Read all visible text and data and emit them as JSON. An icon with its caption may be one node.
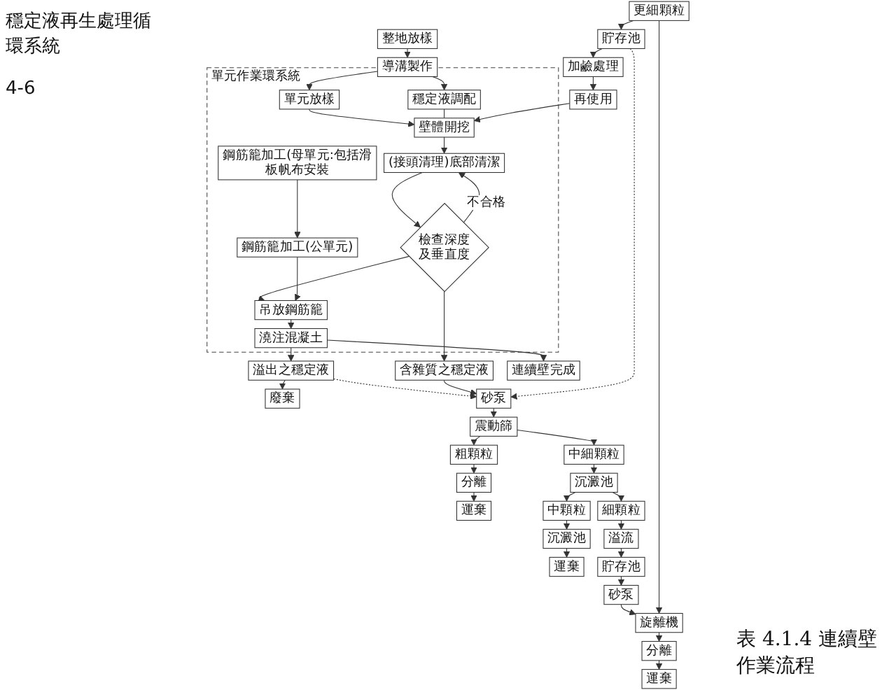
{
  "diagram": {
    "caption": "表 4.1.4 連續壁作業流程",
    "nodes": [
      {
        "text": [
          "整地放樣"
        ]
      },
      {
        "text": [
          "導溝製作"
        ]
      },
      {
        "text": [
          "單元作業環系統"
        ]
      },
      {
        "text": [
          "單元放樣"
        ],
        "in": 2
      },
      {
        "text": [
          "穩定液調配"
        ],
        "in": 2
      },
      {
        "text": [
          "壁體開挖"
        ],
        "in": 2
      },
      {
        "text": [
          "鋼筋籠加工(母單元:包括滑板帆布安裝"
        ],
        "in": 2
      },
      {
        "text": [
          "(接頭清理)底部清潔"
        ],
        "in": 2
      },
      {
        "text": [
          "鋼筋籠加工(公單元)"
        ],
        "in": 2
      },
      {
        "text": [
          "檢查深度及垂直度"
        ],
        "in": 2
      },
      {
        "text": [
          "吊放鋼筋籠"
        ],
        "in": 2
      },
      {
        "text": [
          "澆注混凝土"
        ],
        "in": 2
      },
      {
        "text": [
          "溢出之穩定液"
        ]
      },
      {
        "text": [
          "含雜質之穩定液"
        ]
      },
      {
        "text": [
          "廢棄"
        ]
      },
      {
        "text": [
          "砂泵"
        ]
      },
      {
        "text": [
          "連續壁完成"
        ]
      },
      {
        "text": [
          "震動篩"
        ]
      },
      {
        "text": [
          "粗顆粒"
        ]
      },
      {
        "text": [
          "中細顆粒"
        ]
      },
      {
        "text": [
          "分離"
        ]
      },
      {
        "text": [
          "運棄"
        ]
      },
      {
        "text": [
          "沉澱池"
        ]
      },
      {
        "text": [
          "中顆粒"
        ]
      },
      {
        "text": [
          "沉澱池"
        ]
      },
      {
        "text": [
          "運棄"
        ]
      },
      {
        "text": [
          "細顆粒"
        ]
      },
      {
        "text": [
          "溢流"
        ]
      },
      {
        "text": [
          "貯存池"
        ]
      },
      {
        "text": [
          "砂泵"
        ]
      },
      {
        "text": [
          "旋離機"
        ]
      },
      {
        "text": [
          "分離"
        ]
      },
      {
        "text": [
          "運棄"
        ]
      },
      {
        "text": [
          "更細顆粒"
        ]
      },
      {
        "text": [
          "貯存池"
        ]
      },
      {
        "text": [
          "加鹼處理"
        ]
      },
      {
        "text": [
          "再使用"
        ]
      }
    ],
    "edges": [
      {
        "from": 0,
        "to": 1,
        "arrow": "to"
      },
      {
        "from": 1,
        "to": 3,
        "arrow": "to"
      },
      {
        "from": 1,
        "to": 4,
        "arrow": "to"
      },
      {
        "from": 3,
        "to": 5,
        "arrow": "to"
      },
      {
        "from": 4,
        "to": 5,
        "arrow": "none"
      },
      {
        "from": 5,
        "to": 7,
        "arrow": "to"
      },
      {
        "from": 7,
        "to": 9,
        "arrow": "to"
      },
      {
        "from": 9,
        "to": 7,
        "arrow": "to",
        "label": "不合格"
      },
      {
        "from": 9,
        "to": 10,
        "arrow": "to"
      },
      {
        "from": 6,
        "to": 8,
        "arrow": "to"
      },
      {
        "from": 8,
        "to": 10,
        "arrow": "to"
      },
      {
        "from": 10,
        "to": 11,
        "arrow": "to"
      },
      {
        "from": 9,
        "to": 13,
        "arrow": "to"
      },
      {
        "from": 11,
        "to": 12,
        "arrow": "to"
      },
      {
        "from": 11,
        "to": 16,
        "arrow": "to"
      },
      {
        "from": 12,
        "to": 14,
        "arrow": "to"
      },
      {
        "from": 12,
        "to": 15,
        "arrow": "to",
        "style": "dashed"
      },
      {
        "from": 13,
        "to": 15,
        "arrow": "to"
      },
      {
        "from": 15,
        "to": 17,
        "arrow": "to"
      },
      {
        "from": 17,
        "to": 18,
        "arrow": "to"
      },
      {
        "from": 17,
        "to": 19,
        "arrow": "to"
      },
      {
        "from": 18,
        "to": 20,
        "arrow": "to"
      },
      {
        "from": 20,
        "to": 21,
        "arrow": "to"
      },
      {
        "from": 19,
        "to": 22,
        "arrow": "to"
      },
      {
        "from": 22,
        "to": 23,
        "arrow": "to"
      },
      {
        "from": 23,
        "to": 24,
        "arrow": "to"
      },
      {
        "from": 24,
        "to": 25,
        "arrow": "to"
      },
      {
        "from": 22,
        "to": 26,
        "arrow": "to"
      },
      {
        "from": 26,
        "to": 27,
        "arrow": "to"
      },
      {
        "from": 27,
        "to": 28,
        "arrow": "to"
      },
      {
        "from": 28,
        "to": 29,
        "arrow": "to"
      },
      {
        "from": 29,
        "to": 30,
        "arrow": "to"
      },
      {
        "from": 30,
        "to": 31,
        "arrow": "to"
      },
      {
        "from": 31,
        "to": 32,
        "arrow": "to"
      },
      {
        "from": 33,
        "to": 30,
        "arrow": "to"
      },
      {
        "from": 33,
        "to": 34,
        "arrow": "to"
      },
      {
        "from": 34,
        "to": 35,
        "arrow": "to"
      },
      {
        "from": 35,
        "to": 36,
        "arrow": "to"
      },
      {
        "from": 36,
        "to": 5,
        "arrow": "to"
      },
      {
        "from": 34,
        "to": 15,
        "arrow": "to",
        "style": "dashed"
      }
    ],
    "labels": [
      "穩定液再生處理循環系統",
      "4-6"
    ]
  }
}
